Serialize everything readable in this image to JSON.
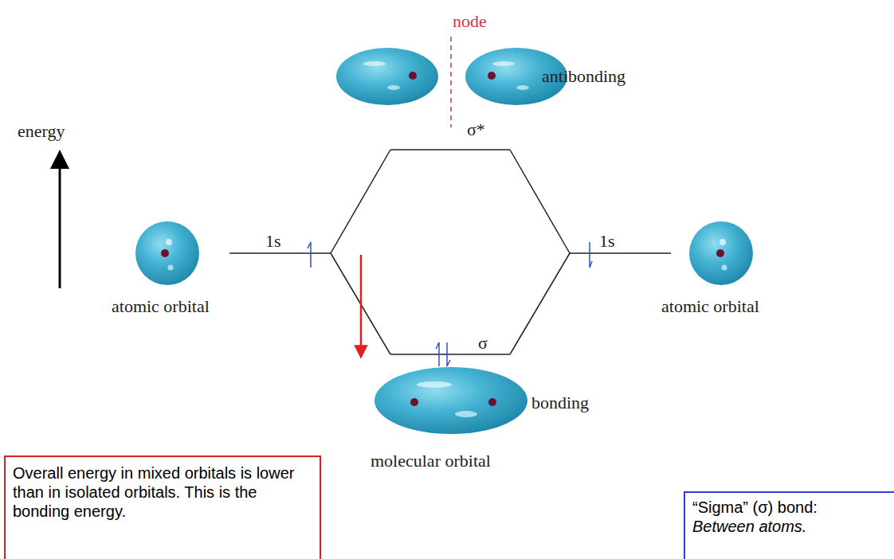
{
  "diagram": {
    "nodes": [
      {
        "text": [
          "Overall energy in mixed orbitals is lower than in isolated orbitals. This is the bonding energy."
        ]
      },
      {
        "text": [
          "“Sigma” (σ) bond:",
          "Between atoms."
        ]
      }
    ],
    "labels": [
      "node",
      "antibonding",
      "σ*",
      "energy",
      "1s",
      "1s",
      "atomic orbital",
      "atomic orbital",
      "σ",
      "bonding",
      "molecular orbital"
    ]
  }
}
